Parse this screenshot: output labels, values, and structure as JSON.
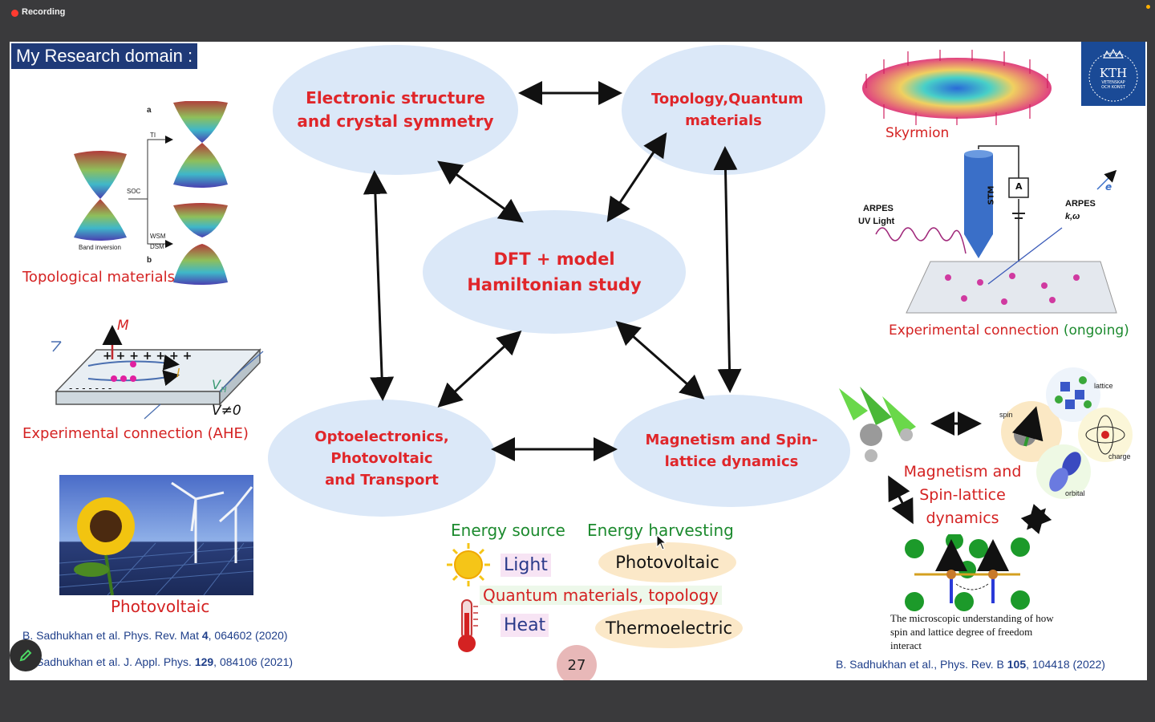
{
  "recorder": {
    "label": "Recording"
  },
  "slide": {
    "title": "My Research domain :",
    "logo_text": "KTH",
    "logo_sub1": "VETENSKAP",
    "logo_sub2": "OCH KONST",
    "ellipses": {
      "electronic": "Electronic structure and crystal symmetry",
      "topology": "Topology,Quantum materials",
      "dft": "DFT + model Hamiltonian study",
      "opto": "Optoelectronics, Photovoltaic and Transport",
      "magnetism": "Magnetism and Spin-lattice dynamics"
    },
    "left": {
      "band_labels": {
        "a": "a",
        "b": "b",
        "ti": "TI",
        "soc": "SOC",
        "wsm": "WSM",
        "dsm": "DSM",
        "band_inversion": "Band inversion"
      },
      "topological_caption": "Topological materials",
      "ahe": {
        "m": "M",
        "i": "I",
        "vh": "V",
        "vh_sub": "H",
        "v_neq": "V≠0"
      },
      "ahe_caption": "Experimental connection (AHE)",
      "photovoltaic_caption": "Photovoltaic",
      "ref1_pre": "B. Sadhukhan et al. Phys. Rev. Mat ",
      "ref1_vol": "4",
      "ref1_post": ", 064602 (2020)",
      "ref2_pre": "B. Sadhukhan et al. J. Appl. Phys. ",
      "ref2_vol": "129",
      "ref2_post": ", 084106 (2021)"
    },
    "center": {
      "energy_source": "Energy source",
      "energy_harvesting": "Energy harvesting",
      "light": "Light",
      "photovoltaic": "Photovoltaic",
      "quantum": "Quantum materials, topology",
      "heat": "Heat",
      "thermoelectric": "Thermoelectric",
      "page_number": "27"
    },
    "right": {
      "skyrmion": "Skyrmion",
      "stm": "STM",
      "a_box": "A",
      "arpes_uv1": "ARPES",
      "arpes_uv2": "UV Light",
      "arpes_k1": "ARPES",
      "arpes_k2": "k,ω",
      "electron": "e",
      "exp_caption_main": "Experimental connection ",
      "exp_caption_paren": "(ongoing)",
      "lattice": "lattice",
      "spin": "spin",
      "charge": "charge",
      "orbital": "orbital",
      "magnetism_caption": "Magnetism and Spin-lattice dynamics",
      "micro_caption": "The microscopic understanding of how spin and lattice degree of freedom interact",
      "ref3_pre": "B. Sadhukhan et al., Phys. Rev. B ",
      "ref3_vol": "105",
      "ref3_post": ", 104418 (2022)"
    }
  },
  "colors": {
    "accent_red": "#e0262a",
    "ellipse_fill": "#dbe8f8",
    "title_bg": "#1f3a78",
    "green_label": "#1c8a2e",
    "ref_blue": "#1f3f8a"
  }
}
